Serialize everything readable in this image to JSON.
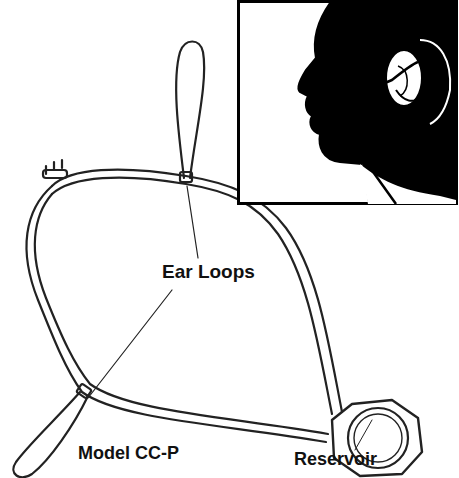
{
  "diagram": {
    "labels": [
      "Ear Loops",
      "Model CC-P",
      "Reservoir"
    ]
  }
}
